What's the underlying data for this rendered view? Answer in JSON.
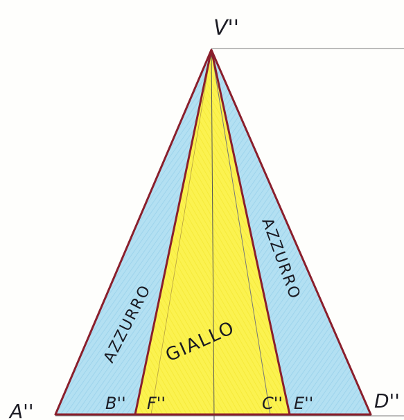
{
  "labels": {
    "apex": "V''",
    "a": "A''",
    "b": "B''",
    "f": "F''",
    "c": "C''",
    "e": "E''",
    "d": "D''"
  },
  "regions": {
    "left_band": "AZZURRO",
    "right_band": "AZZURRO",
    "center": "GIALLO"
  },
  "colors": {
    "azzurro": "#a8dcf0",
    "giallo": "#fbf24a",
    "outline": "#8a1f2c",
    "guide_line": "#6e6e6e"
  }
}
